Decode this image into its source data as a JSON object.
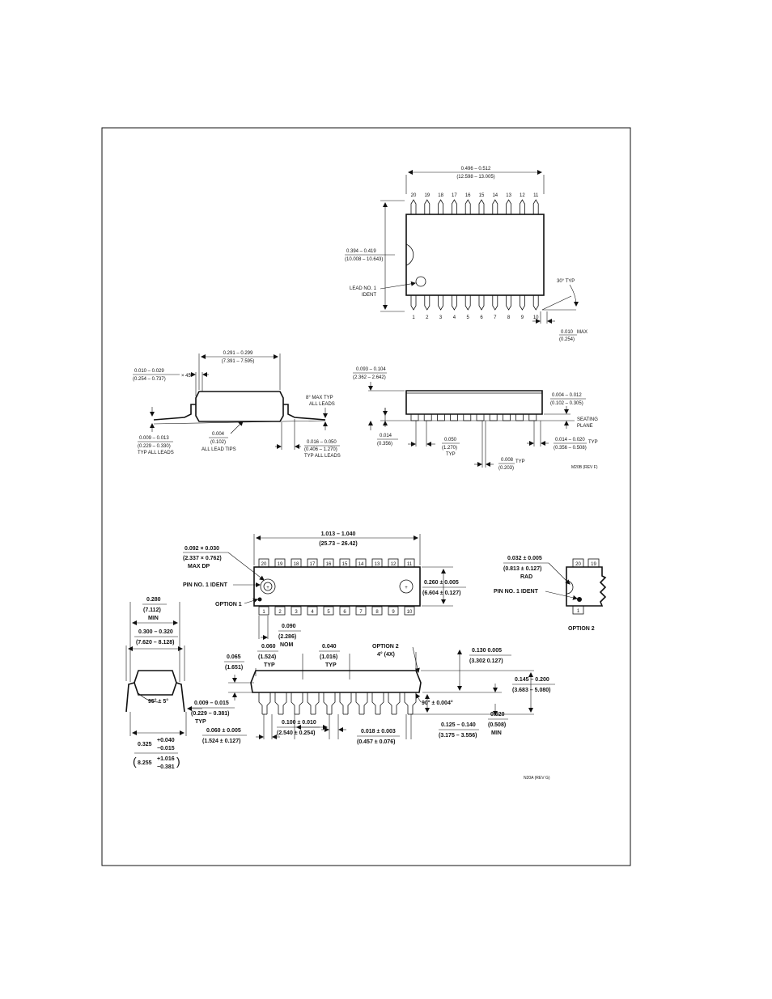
{
  "soic": {
    "pins_top": [
      "20",
      "19",
      "18",
      "17",
      "16",
      "15",
      "14",
      "13",
      "12",
      "11"
    ],
    "pins_bottom": [
      "1",
      "2",
      "3",
      "4",
      "5",
      "6",
      "7",
      "8",
      "9",
      "10"
    ],
    "length_in": "0.496 – 0.512",
    "length_mm": "(12.598 – 13.005)",
    "width_in": "0.394 – 0.419",
    "width_mm": "(10.008 – 10.643)",
    "lead_ident_1": "LEAD NO. 1",
    "lead_ident_2": "IDENT",
    "angle_typ": "30° TYP",
    "max_in": "0.010",
    "max_label": "MAX",
    "max_mm": "(0.254)",
    "side_w_in": "0.291 – 0.299",
    "side_w_mm": "(7.391 – 7.595)",
    "chamfer_in": "0.010 – 0.029",
    "chamfer_mm": "(0.254 – 0.737)",
    "chamfer_x": "× 45°",
    "lead_t_in": "0.009 – 0.013",
    "lead_t_mm": "(0.229 – 0.330)",
    "lead_t_label": "TYP ALL LEADS",
    "tips_in": "0.004",
    "tips_mm": "(0.102)",
    "tips_label": "ALL LEAD TIPS",
    "max8_1": "8° MAX TYP",
    "max8_2": "ALL LEADS",
    "foot_in": "0.016 – 0.050",
    "foot_mm": "(0.406 – 1.270)",
    "foot_label": "TYP ALL LEADS",
    "h_in": "0.093 – 0.104",
    "h_mm": "(2.362 – 2.642)",
    "stand_in": "0.004 – 0.012",
    "stand_mm": "(0.102 – 0.305)",
    "seating_1": "SEATING",
    "seating_2": "PLANE",
    "s014_in": "0.014",
    "s014_mm": "(0.356)",
    "pitch_in": "0.050",
    "pitch_mm": "(1.270)",
    "pitch_label": "TYP",
    "lw_in": "0.014 – 0.020",
    "lw_label": "TYP",
    "lw_mm": "(0.356 – 0.508)",
    "s008_in": "0.008",
    "s008_label": "TYP",
    "s008_mm": "(0.203)",
    "ref": "M20B (REV F)"
  },
  "dip": {
    "pins_top": [
      "20",
      "19",
      "18",
      "17",
      "16",
      "15",
      "14",
      "13",
      "12",
      "11"
    ],
    "pins_bottom": [
      "1",
      "2",
      "3",
      "4",
      "5",
      "6",
      "7",
      "8",
      "9",
      "10"
    ],
    "length_in": "1.013 – 1.040",
    "length_mm": "(25.73 – 26.42)",
    "dp_in": "0.092 × 0.030",
    "dp_mm": "(2.337 × 0.762)",
    "dp_label": "MAX DP",
    "pin1_ident": "PIN NO. 1 IDENT",
    "option1": "OPTION 1",
    "width_in": "0.260 ± 0.005",
    "width_mm": "(6.604 ± 0.127)",
    "nom_in": "0.090",
    "nom_mm": "(2.286)",
    "nom_label": "NOM",
    "opt2_rad_in": "0.032 ± 0.005",
    "opt2_rad_mm": "(0.813 ± 0.127)",
    "opt2_rad_label": "RAD",
    "opt2_pin1": "PIN NO. 1 IDENT",
    "option2": "OPTION 2",
    "opt2_pins": [
      "20",
      "19",
      "1"
    ],
    "min280_in": "0.280",
    "min280_mm": "(7.112)",
    "min280_label": "MIN",
    "row_in": "0.300 – 0.320",
    "row_mm": "(7.620 – 8.128)",
    "angle95": "95° ± 5°",
    "lt_in": "0.009 – 0.015",
    "lt_mm": "(0.229 – 0.381)",
    "lt_label": "TYP",
    "c325": "0.325",
    "c325_plus": "+0.040",
    "c325_minus": "−0.015",
    "c8255": "8.255",
    "c8255_plus": "+1.016",
    "c8255_minus": "−0.381",
    "d065_in": "0.065",
    "d065_mm": "(1.651)",
    "d060_in": "0.060",
    "d060_mm": "(1.524)",
    "d060_label": "TYP",
    "d040_in": "0.040",
    "d040_mm": "(1.016)",
    "d040_label": "TYP",
    "opt2_angle_1": "OPTION 2",
    "opt2_angle_2": "4° (4X)",
    "d130_in": "0.130   0.005",
    "d130_mm": "(3.302   0.127)",
    "d145_in": "0.145 – 0.200",
    "d145_mm": "(3.683 – 5.080)",
    "d90": "90° ± 0.004°",
    "d020_in": "0.020",
    "d020_mm": "(0.508)",
    "d020_label": "MIN",
    "d125_in": "0.125 – 0.140",
    "d125_mm": "(3.175 – 3.556)",
    "d060b_in": "0.060 ± 0.005",
    "d060b_mm": "(1.524 ± 0.127)",
    "d100_in": "0.100 ± 0.010",
    "d100_mm": "(2.540 ± 0.254)",
    "d018_in": "0.018 ± 0.003",
    "d018_mm": "(0.457 ± 0.076)",
    "ref": "N20A (REV G)"
  }
}
